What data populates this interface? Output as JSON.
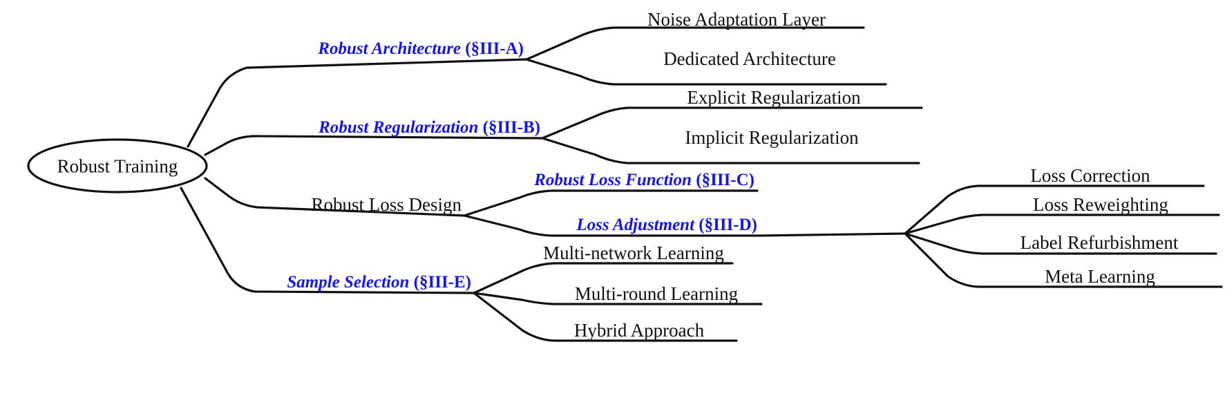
{
  "figure": {
    "type": "taxonomy-tree",
    "orientation": "left-to-right",
    "colors": {
      "background": "#ffffff",
      "line": "#101010",
      "text": "#101010",
      "section_link": "#1414ef"
    }
  },
  "root": {
    "label": "Robust Training",
    "shape": "ellipse"
  },
  "branches": [
    {
      "id": "robust-architecture",
      "title": "Robust Architecture",
      "ref": " (§III-A)",
      "styled": "section",
      "children": [
        {
          "id": "noise-adaptation-layer",
          "label": "Noise Adaptation Layer",
          "styled": "plain"
        },
        {
          "id": "dedicated-architecture",
          "label": "Dedicated Architecture",
          "styled": "plain"
        }
      ]
    },
    {
      "id": "robust-regularization",
      "title": "Robust Regularization",
      "ref": " (§III-B)",
      "styled": "section",
      "children": [
        {
          "id": "explicit-regularization",
          "label": "Explicit Regularization",
          "styled": "plain"
        },
        {
          "id": "implicit-regularization",
          "label": "Implicit Regularization",
          "styled": "plain"
        }
      ]
    },
    {
      "id": "robust-loss-design",
      "title": "Robust Loss Design",
      "ref": "",
      "styled": "plain",
      "children": [
        {
          "id": "robust-loss-function",
          "title": "Robust Loss Function",
          "ref": " (§III-C)",
          "styled": "section"
        },
        {
          "id": "loss-adjustment",
          "title": "Loss Adjustment",
          "ref": " (§III-D)",
          "styled": "section"
        }
      ],
      "grandchildren": [
        {
          "id": "loss-correction",
          "label": "Loss Correction",
          "styled": "plain"
        },
        {
          "id": "loss-reweighting",
          "label": "Loss Reweighting",
          "styled": "plain"
        },
        {
          "id": "label-refurbishment",
          "label": "Label Refurbishment",
          "styled": "plain"
        },
        {
          "id": "meta-learning",
          "label": "Meta Learning",
          "styled": "plain"
        }
      ]
    },
    {
      "id": "sample-selection",
      "title": "Sample Selection",
      "ref": " (§III-E)",
      "styled": "section",
      "children": [
        {
          "id": "multi-network-learning",
          "label": "Multi-network Learning",
          "styled": "plain"
        },
        {
          "id": "multi-round-learning",
          "label": "Multi-round Learning",
          "styled": "plain"
        },
        {
          "id": "hybrid-approach",
          "label": "Hybrid Approach",
          "styled": "plain"
        }
      ]
    }
  ]
}
